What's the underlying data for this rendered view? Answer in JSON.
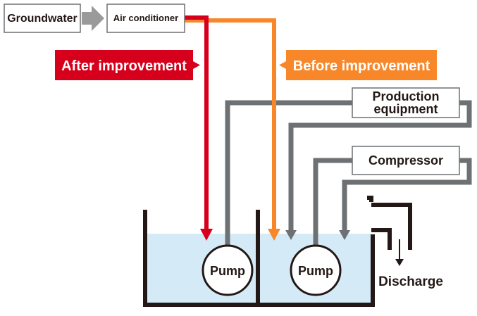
{
  "labels": {
    "groundwater": "Groundwater",
    "air_conditioner": "Air conditioner",
    "after_improvement": "After improvement",
    "before_improvement": "Before improvement",
    "production_equipment_line1": "Production",
    "production_equipment_line2": "equipment",
    "compressor": "Compressor",
    "pump_left": "Pump",
    "pump_right": "Pump",
    "discharge": "Discharge"
  },
  "colors": {
    "after_red": "#d7001c",
    "before_orange": "#f8872a",
    "pipe_gray": "#6d7173",
    "arrow_gray": "#9a9a9a",
    "water_blue": "#d4ebf7",
    "tank_black": "#231815",
    "box_border": "#6d7173"
  }
}
